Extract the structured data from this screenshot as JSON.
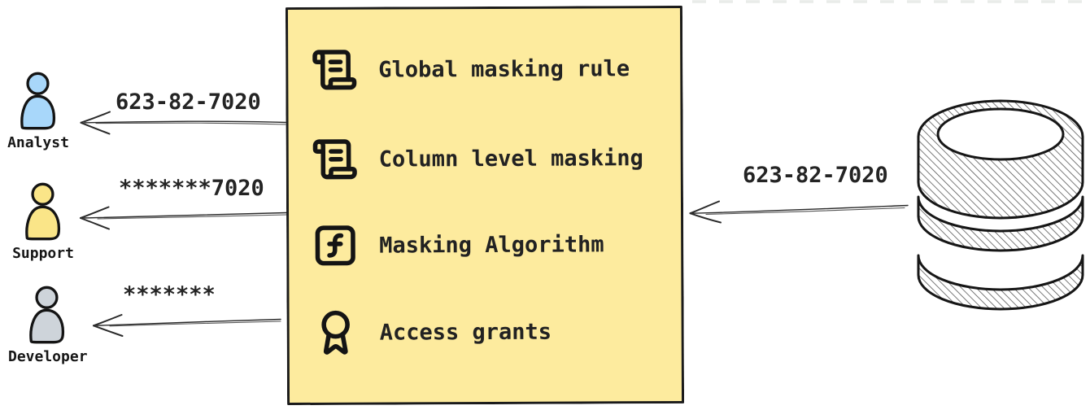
{
  "personas": [
    {
      "id": "analyst",
      "label": "Analyst",
      "fill": "#a8d7fa",
      "arrow_label": "623-82-7020"
    },
    {
      "id": "support",
      "label": "Support",
      "fill": "#fae588",
      "arrow_label": "*******7020"
    },
    {
      "id": "developer",
      "label": "Developer",
      "fill": "#ced4da",
      "arrow_label": "*******"
    }
  ],
  "masking_box": {
    "fill": "#fdeb9e",
    "border": "#1b1b1b",
    "items": [
      {
        "icon": "scroll-text-icon",
        "label": "Global masking rule"
      },
      {
        "icon": "scroll-text-icon",
        "label": "Column level masking"
      },
      {
        "icon": "function-square-icon",
        "label": "Masking Algorithm"
      },
      {
        "icon": "award-icon",
        "label": "Access grants"
      }
    ]
  },
  "database": {
    "icon": "database-icon",
    "arrow_label": "623-82-7020"
  },
  "colors": {
    "outline": "#1b1b1b",
    "arrow": "#2a2a2a",
    "hatch": "#4d4d4d",
    "faint_dash": "#e9ece9"
  }
}
